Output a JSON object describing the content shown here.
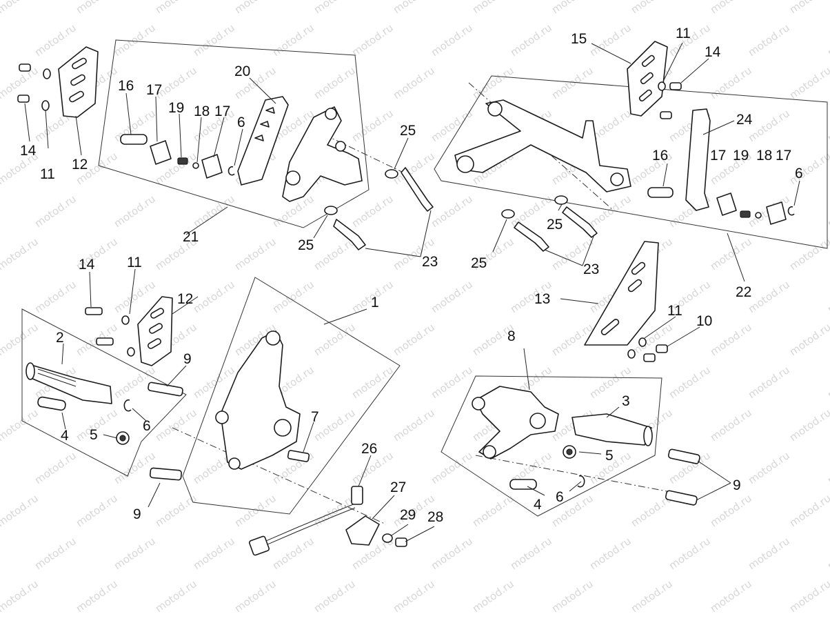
{
  "watermark": {
    "text": "motod.ru"
  },
  "callouts": {
    "n1": "1",
    "n2": "2",
    "n4": "4",
    "n5": "5",
    "n6": "6",
    "n7": "7",
    "n8": "8",
    "n9": "9",
    "n10": "10",
    "n11": "11",
    "n12": "12",
    "n13": "13",
    "n14": "14",
    "n15": "15",
    "n16": "16",
    "n17": "17",
    "n18": "18",
    "n19": "19",
    "n20": "20",
    "n21": "21",
    "n22": "22",
    "n23": "23",
    "n24": "24",
    "n25": "25",
    "n26": "26",
    "n27": "27",
    "n28": "28",
    "n29": "29",
    "n3": "3"
  }
}
